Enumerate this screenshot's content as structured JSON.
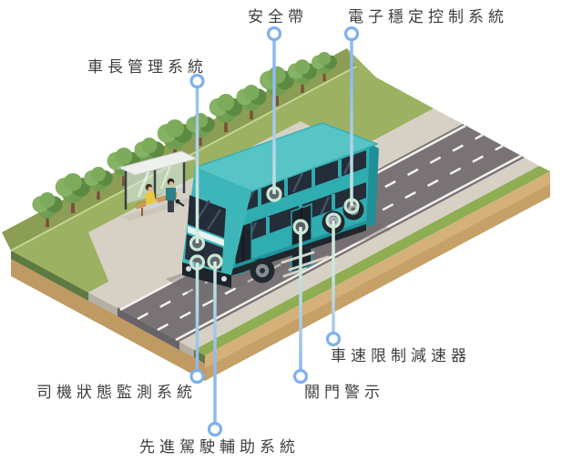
{
  "figure": {
    "kind": "isometric-bus-safety-diagram",
    "scene_objects": [
      "double-decker-bus",
      "bus-stop-shelter",
      "bench",
      "sitting-passenger",
      "standing-passenger",
      "tree-row",
      "road",
      "sidewalk",
      "grass-verge"
    ]
  },
  "callouts": [
    {
      "id": "seat-belt",
      "label": "安全帶"
    },
    {
      "id": "electronic-stability-control",
      "label": "電子穩定控制系統"
    },
    {
      "id": "captain-management-system",
      "label": "車長管理系統"
    },
    {
      "id": "driver-state-monitoring",
      "label": "司機狀態監測系統"
    },
    {
      "id": "advanced-driver-assistance",
      "label": "先進駕駛輔助系統"
    },
    {
      "id": "door-closing-warning",
      "label": "關門警示"
    },
    {
      "id": "speed-limit-retarder",
      "label": "車速限制減速器"
    }
  ],
  "colors": {
    "bus_teal": "#2fadb1",
    "bus_roof_teal": "#57c4c6",
    "window_dark": "#242d38",
    "callout_blue": "#7fb0ee",
    "callout_mint": "#c9e8d6",
    "label_text": "#3e3e3e",
    "grass": "#9cb161",
    "sidewalk": "#d6d1c4",
    "road": "#7a7376",
    "base_tan": "#d4b17b"
  }
}
